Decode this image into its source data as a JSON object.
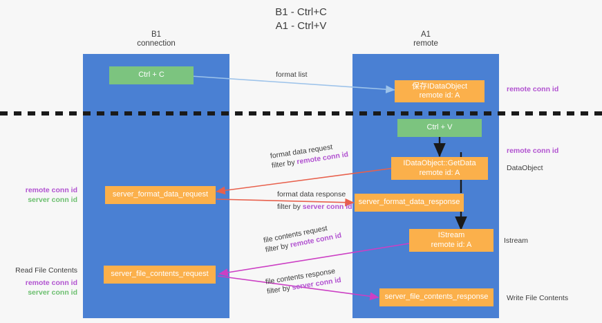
{
  "title": {
    "line1": "B1 - Ctrl+C",
    "line2": "A1 - Ctrl+V"
  },
  "colors": {
    "lane": "#4a80d3",
    "green_node": "#7cc47f",
    "orange_node": "#fbb04b",
    "purple_text": "#b152d0",
    "green_text": "#6cbf6f",
    "arrow_blue": "#9dc3ea",
    "arrow_red": "#e8604c",
    "arrow_magenta": "#cc3fc4",
    "arrow_black": "#1a1a1a",
    "divider": "#1a1a1a",
    "background": "#f7f7f7"
  },
  "lanes": [
    {
      "id": "b1",
      "title": "B1",
      "subtitle": "connection"
    },
    {
      "id": "a1",
      "title": "A1",
      "subtitle": "remote"
    }
  ],
  "nodes": {
    "ctrl_c": {
      "line1": "Ctrl + C",
      "line2": "",
      "color": "green"
    },
    "save_idata": {
      "line1": "保存IDataObject",
      "line2": "remote id: A",
      "color": "orange"
    },
    "ctrl_v": {
      "line1": "Ctrl + V",
      "line2": "",
      "color": "green"
    },
    "getdata": {
      "line1": "IDataObject::GetData",
      "line2": "remote id: A",
      "color": "orange"
    },
    "fmt_request": {
      "line1": "server_format_data_request",
      "line2": "",
      "color": "orange"
    },
    "fmt_response": {
      "line1": "server_format_data_response",
      "line2": "",
      "color": "orange"
    },
    "istream": {
      "line1": "IStream",
      "line2": "remote id: A",
      "color": "orange"
    },
    "file_request": {
      "line1": "server_file_contents_request",
      "line2": "",
      "color": "orange"
    },
    "file_response": {
      "line1": "server_file_contents_response",
      "line2": "",
      "color": "orange"
    }
  },
  "edge_labels": {
    "format_list": {
      "text": "format list"
    },
    "fmt_data_request": {
      "line1": "format data request",
      "prefix": "filter by ",
      "key": "remote conn id"
    },
    "fmt_data_response": {
      "line1": "format data response",
      "prefix": "filter by ",
      "key": "server conn id"
    },
    "file_contents_request": {
      "line1": "file contents request",
      "prefix": "filter by ",
      "key": "remote conn id"
    },
    "file_contents_response": {
      "line1": "file contents response",
      "prefix": "filter by ",
      "key": "server conn id"
    }
  },
  "side_notes": {
    "right_remote_top": "remote conn id",
    "right_remote_mid": "remote conn id",
    "right_dataobject": "DataObject",
    "right_istream": "Istream",
    "right_write_file": "Write File Contents",
    "left_remote_conn": "remote conn id",
    "left_server_conn": "server conn id",
    "left_read_file": "Read File Contents",
    "left_remote_conn2": "remote conn id",
    "left_server_conn2": "server conn id"
  }
}
